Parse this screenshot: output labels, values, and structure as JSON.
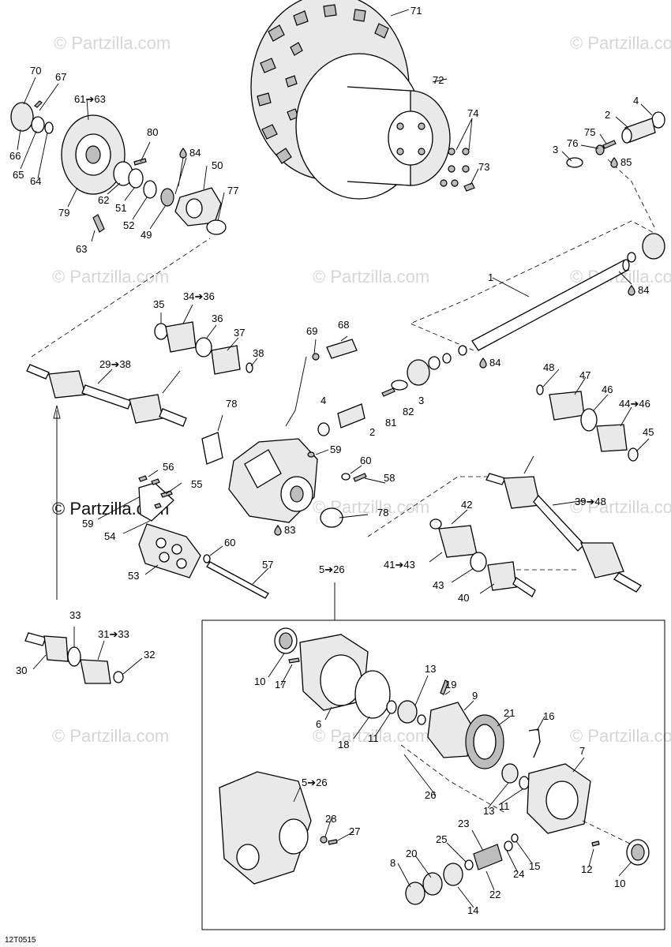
{
  "watermark": "© Partzilla.com",
  "watermark_main": "© Partzilla.com",
  "diagram_code": "12T0515",
  "callouts": [
    {
      "id": "c71",
      "text": "71"
    },
    {
      "id": "c72",
      "text": "72"
    },
    {
      "id": "c74",
      "text": "74"
    },
    {
      "id": "c73",
      "text": "73"
    },
    {
      "id": "c70",
      "text": "70"
    },
    {
      "id": "c67",
      "text": "67"
    },
    {
      "id": "c61",
      "text": "61➔63"
    },
    {
      "id": "c80",
      "text": "80"
    },
    {
      "id": "c84a",
      "text": "84"
    },
    {
      "id": "c50",
      "text": "50"
    },
    {
      "id": "c77",
      "text": "77"
    },
    {
      "id": "c66",
      "text": "66"
    },
    {
      "id": "c65",
      "text": "65"
    },
    {
      "id": "c64",
      "text": "64"
    },
    {
      "id": "c62",
      "text": "62"
    },
    {
      "id": "c51",
      "text": "51"
    },
    {
      "id": "c79",
      "text": "79"
    },
    {
      "id": "c52",
      "text": "52"
    },
    {
      "id": "c49",
      "text": "49"
    },
    {
      "id": "c63",
      "text": "63"
    },
    {
      "id": "c4a",
      "text": "4"
    },
    {
      "id": "c2a",
      "text": "2"
    },
    {
      "id": "c75",
      "text": "75"
    },
    {
      "id": "c76",
      "text": "76"
    },
    {
      "id": "c3a",
      "text": "3"
    },
    {
      "id": "c85",
      "text": "85"
    },
    {
      "id": "c1",
      "text": "1"
    },
    {
      "id": "c84b",
      "text": "84"
    },
    {
      "id": "c35",
      "text": "35"
    },
    {
      "id": "c34",
      "text": "34➔36"
    },
    {
      "id": "c36",
      "text": "36"
    },
    {
      "id": "c37",
      "text": "37"
    },
    {
      "id": "c38",
      "text": "38"
    },
    {
      "id": "c69",
      "text": "69"
    },
    {
      "id": "c68",
      "text": "68"
    },
    {
      "id": "c84c",
      "text": "84"
    },
    {
      "id": "c29",
      "text": "29➔38"
    },
    {
      "id": "c48",
      "text": "48"
    },
    {
      "id": "c47",
      "text": "47"
    },
    {
      "id": "c3b",
      "text": "3"
    },
    {
      "id": "c82",
      "text": "82"
    },
    {
      "id": "c4b",
      "text": "4"
    },
    {
      "id": "c81",
      "text": "81"
    },
    {
      "id": "c2b",
      "text": "2"
    },
    {
      "id": "c78a",
      "text": "78"
    },
    {
      "id": "c46",
      "text": "46"
    },
    {
      "id": "c44",
      "text": "44➔46"
    },
    {
      "id": "c45",
      "text": "45"
    },
    {
      "id": "c59a",
      "text": "59"
    },
    {
      "id": "c56",
      "text": "56"
    },
    {
      "id": "c60a",
      "text": "60"
    },
    {
      "id": "c55",
      "text": "55"
    },
    {
      "id": "c58",
      "text": "58"
    },
    {
      "id": "c59b",
      "text": "59"
    },
    {
      "id": "c42",
      "text": "42"
    },
    {
      "id": "c39",
      "text": "39➔48"
    },
    {
      "id": "c78b",
      "text": "78"
    },
    {
      "id": "c54",
      "text": "54"
    },
    {
      "id": "c83",
      "text": "83"
    },
    {
      "id": "c60b",
      "text": "60"
    },
    {
      "id": "c41",
      "text": "41➔43"
    },
    {
      "id": "c53",
      "text": "53"
    },
    {
      "id": "c57",
      "text": "57"
    },
    {
      "id": "c5a",
      "text": "5➔26"
    },
    {
      "id": "c43",
      "text": "43"
    },
    {
      "id": "c40",
      "text": "40"
    },
    {
      "id": "c33",
      "text": "33"
    },
    {
      "id": "c31",
      "text": "31➔33"
    },
    {
      "id": "c32",
      "text": "32"
    },
    {
      "id": "c30",
      "text": "30"
    },
    {
      "id": "c10a",
      "text": "10"
    },
    {
      "id": "c17",
      "text": "17"
    },
    {
      "id": "c13a",
      "text": "13"
    },
    {
      "id": "c19",
      "text": "19"
    },
    {
      "id": "c9",
      "text": "9"
    },
    {
      "id": "c6",
      "text": "6"
    },
    {
      "id": "c11a",
      "text": "11"
    },
    {
      "id": "c18",
      "text": "18"
    },
    {
      "id": "c21",
      "text": "21"
    },
    {
      "id": "c16",
      "text": "16"
    },
    {
      "id": "c7",
      "text": "7"
    },
    {
      "id": "c26",
      "text": "26"
    },
    {
      "id": "c13b",
      "text": "13"
    },
    {
      "id": "c11b",
      "text": "11"
    },
    {
      "id": "c5b",
      "text": "5➔26"
    },
    {
      "id": "c28",
      "text": "28"
    },
    {
      "id": "c27",
      "text": "27"
    },
    {
      "id": "c23",
      "text": "23"
    },
    {
      "id": "c25",
      "text": "25"
    },
    {
      "id": "c20",
      "text": "20"
    },
    {
      "id": "c8",
      "text": "8"
    },
    {
      "id": "c15",
      "text": "15"
    },
    {
      "id": "c24",
      "text": "24"
    },
    {
      "id": "c12",
      "text": "12"
    },
    {
      "id": "c10b",
      "text": "10"
    },
    {
      "id": "c22",
      "text": "22"
    },
    {
      "id": "c14",
      "text": "14"
    }
  ]
}
